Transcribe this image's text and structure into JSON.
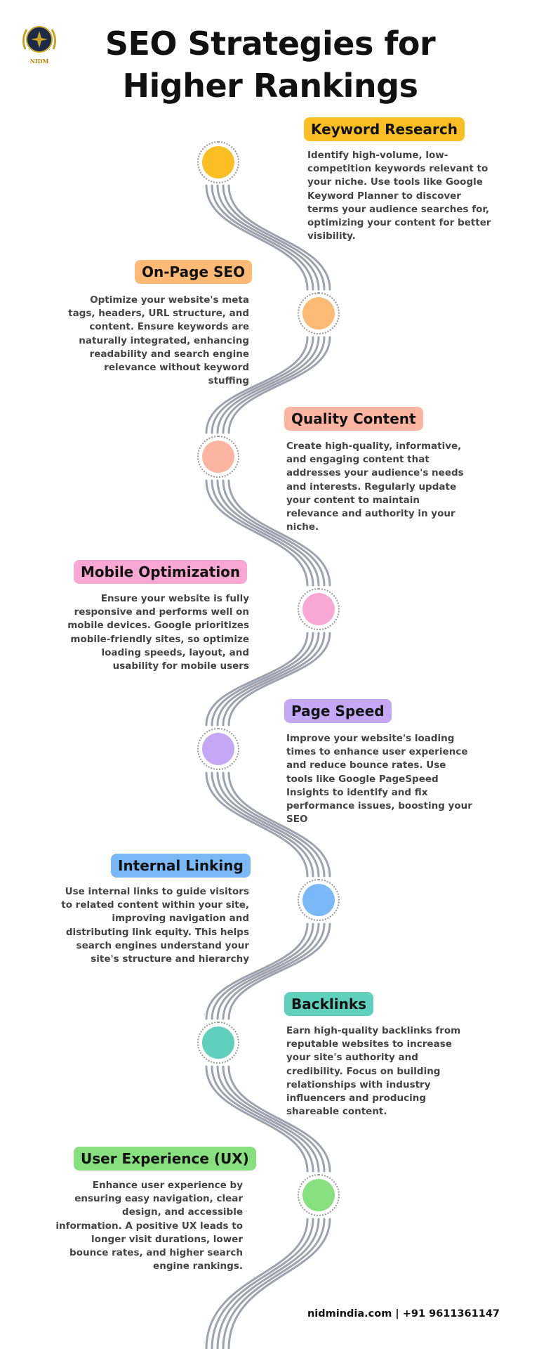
{
  "header": {
    "logo_text": "NIDM",
    "title_line1": "SEO Strategies for",
    "title_line2": "Higher Rankings"
  },
  "steps": [
    {
      "title": "Keyword Research",
      "color": "#fbbf24",
      "text": "Identify high-volume, low-competition keywords relevant to your niche. Use tools like Google Keyword Planner to discover terms your audience searches for, optimizing your content for better visibility."
    },
    {
      "title": "On-Page SEO",
      "color": "#fdba74",
      "text": "Optimize your website's meta tags, headers, URL structure, and content. Ensure keywords are naturally integrated, enhancing readability and search engine relevance without keyword stuffing"
    },
    {
      "title": "Quality Content",
      "color": "#fdb4a0",
      "text": "Create high-quality, informative, and engaging content that addresses your audience's needs and interests. Regularly update your content to maintain relevance and authority in your niche."
    },
    {
      "title": "Mobile Optimization",
      "color": "#f9a8d4",
      "text": "Ensure your website is fully responsive and performs well on mobile devices. Google prioritizes mobile-friendly sites, so optimize loading speeds, layout, and usability for mobile users"
    },
    {
      "title": "Page Speed",
      "color": "#c4a7f5",
      "text": "Improve your website's loading times to enhance user experience and reduce bounce rates. Use tools like Google PageSpeed Insights to identify and fix performance issues, boosting your SEO"
    },
    {
      "title": "Internal Linking",
      "color": "#7ab8f8",
      "text": "Use internal links to guide visitors to related content within your site, improving navigation and distributing link equity. This helps search engines understand your site's structure and hierarchy"
    },
    {
      "title": "Backlinks",
      "color": "#5ed0bc",
      "text": "Earn high-quality backlinks from reputable websites to increase your site's authority and credibility. Focus on building relationships with industry influencers and producing shareable content."
    },
    {
      "title": "User Experience (UX)",
      "color": "#86e07e",
      "text": "Enhance user experience by ensuring easy navigation, clear design, and accessible information. A positive UX leads to longer visit durations, lower bounce rates, and higher search engine rankings."
    }
  ],
  "footer": {
    "contact": "nidmindia.com | +91 9611361147"
  },
  "colors": {
    "road": "#9ca3af",
    "title": "#111111",
    "logo_navy": "#1e2a4a",
    "logo_gold": "#c9a227"
  }
}
